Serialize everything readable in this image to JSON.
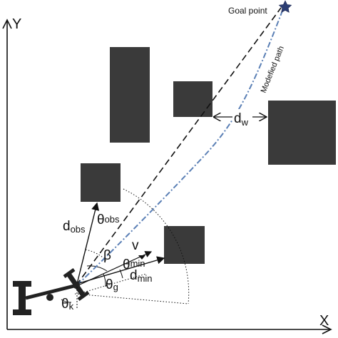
{
  "axes": {
    "x_label": "X",
    "y_label": "Y"
  },
  "labels": {
    "goal_point": "Goal point",
    "modified_path": "Modefied path",
    "d_w": {
      "main": "d",
      "sub": "w"
    },
    "d_obs": {
      "main": "d",
      "sub": "obs"
    },
    "theta_obs": {
      "main": "θ",
      "sub": "obs"
    },
    "beta": "β",
    "v": "v",
    "theta_min": {
      "main": "θ",
      "sub": "min"
    },
    "d_min": {
      "main": "d",
      "sub": "min"
    },
    "theta_g": {
      "main": "θ",
      "sub": "g"
    },
    "theta_k": {
      "main": "θ",
      "sub": "k"
    }
  },
  "colors": {
    "obstacle": "#3a3a3a",
    "line": "#111111",
    "modified_path": "#5a7fb5",
    "goal_star": "#2c3e73"
  }
}
